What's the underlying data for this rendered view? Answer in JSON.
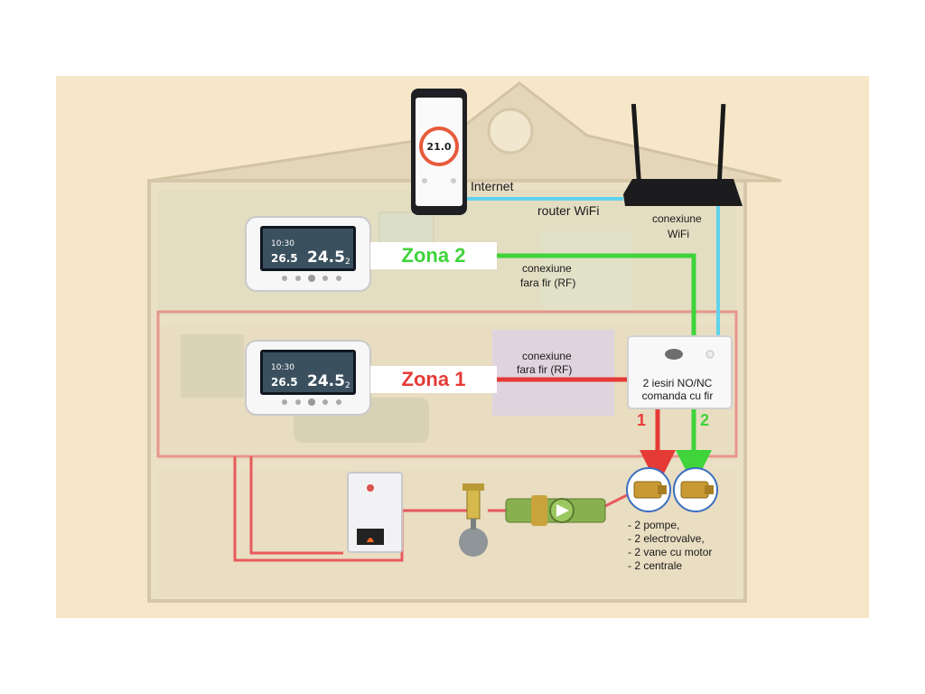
{
  "colors": {
    "background": "#f6e7c8",
    "house_wall": "#e6dcc0",
    "zone1_line": "#e53b37",
    "zone2_line": "#3ed43a",
    "wifi_line": "#5fd3ee",
    "heating_pipe": "#e85a5c"
  },
  "phone": {
    "temperature": "21.0"
  },
  "labels": {
    "internet": "Internet",
    "router": "router WiFi",
    "wifi_connection": [
      "conexiune",
      "WiFi"
    ],
    "rf_connection_zone2": [
      "conexiune",
      "fara fir (RF)"
    ],
    "rf_connection_zone1": [
      "conexiune",
      "fara fir (RF)"
    ]
  },
  "thermostats": [
    {
      "id": "zone2",
      "time": "10:30",
      "temp_small": "26.5",
      "temp_big": "24.5",
      "zone_number": "2"
    },
    {
      "id": "zone1",
      "time": "10:30",
      "temp_small": "26.5",
      "temp_big": "24.5",
      "zone_number": "2"
    }
  ],
  "zones": {
    "zone2": "Zona 2",
    "zone1": "Zona 1"
  },
  "controller": {
    "line1": "2 iesiri NO/NC",
    "line2": "comanda cu fir",
    "output1": "1",
    "output2": "2"
  },
  "devices_list": [
    "- 2 pompe,",
    "- 2 electrovalve,",
    "- 2 vane cu motor",
    "- 2 centrale"
  ],
  "icons": [
    "smartphone-icon",
    "router-icon",
    "thermostat-icon",
    "controller-icon",
    "boiler-icon",
    "expansion-tank-icon",
    "pump-icon",
    "valve-icon"
  ]
}
